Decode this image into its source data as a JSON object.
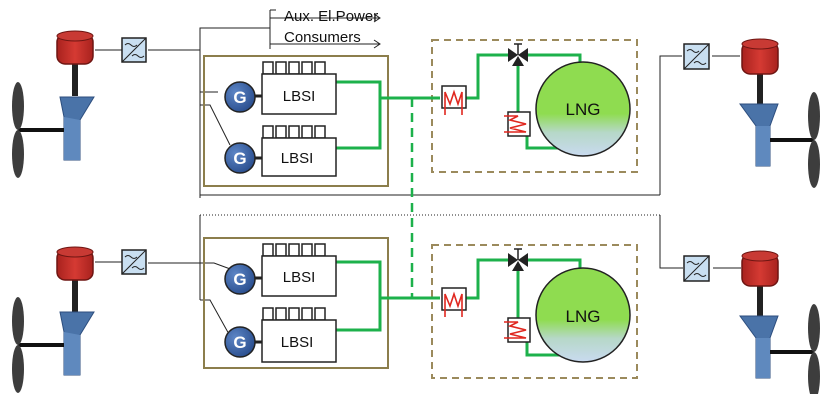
{
  "aux_consumers": {
    "line1": "Aux. El.Power",
    "line2": "Consumers"
  },
  "generator_label": "G",
  "engine_label": "LBSI",
  "tank_label": "LNG",
  "colors": {
    "engine_room_border": "#8c7e4c",
    "gas_system_border": "#9b8a5c",
    "gas_pipe": "#1db14b",
    "gas_pipe_dashed": "#1db14b",
    "heat_exchanger": "#e0271f",
    "motor": "#c8302c",
    "propeller_blade": "#3f3f3f",
    "pod_body": "#4a73a8",
    "generator_fill": "#2f5597",
    "tank_liquid_top": "#7fd145",
    "tank_liquid_bottom": "#c8d9ee",
    "wire": "#222222"
  },
  "icons": [
    "generator-icon",
    "frequency-converter-icon",
    "heat-exchanger-icon",
    "valve-icon",
    "motor-icon",
    "propeller-icon"
  ]
}
